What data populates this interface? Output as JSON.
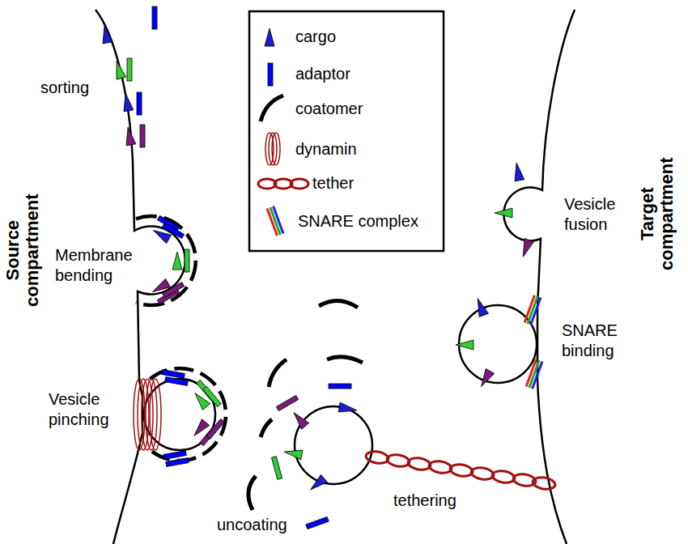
{
  "diagram": {
    "labels": [
      "Source compartment",
      "Target compartment",
      "sorting",
      "Membrane bending",
      "Vesicle pinching",
      "uncoating",
      "tethering",
      "Vesicle fusion",
      "SNARE binding"
    ],
    "legend": [
      {
        "text": "cargo"
      },
      {
        "text": "adaptor"
      },
      {
        "text": "coatomer"
      },
      {
        "text": "dynamin"
      },
      {
        "text": "tether"
      },
      {
        "text": "SNARE complex"
      }
    ]
  }
}
